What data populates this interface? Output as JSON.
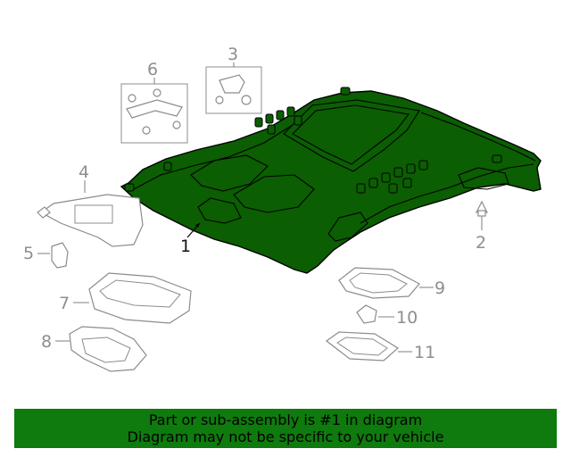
{
  "callouts": {
    "c1": "1",
    "c2": "2",
    "c3": "3",
    "c4": "4",
    "c5": "5",
    "c6": "6",
    "c7": "7",
    "c8": "8",
    "c9": "9",
    "c10": "10",
    "c11": "11"
  },
  "banner": {
    "line1": "Part or sub-assembly is #1 in diagram",
    "line2": "Diagram may not be specific to your vehicle"
  },
  "colors": {
    "highlight_fill": "#0b5e02",
    "banner_bg": "#0f7a0d",
    "outline_gray": "#8c8c8c"
  }
}
